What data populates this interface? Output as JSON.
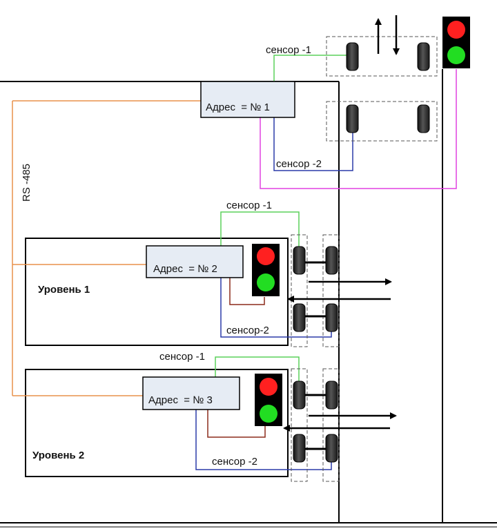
{
  "controllers": [
    {
      "address_label": "Адрес  = № 1"
    },
    {
      "address_label": "Адрес  = № 2"
    },
    {
      "address_label": "Адрес  = № 3"
    }
  ],
  "sensors": {
    "top_1": "сенсор -1",
    "top_2": "сенсор -2",
    "l1_1": "сенсор -1",
    "l1_2": "сенсор-2",
    "l2_1": "сенсор -1",
    "l2_2": "сенсор -2"
  },
  "bus_label": "RS -485",
  "levels": [
    "Уровень 1",
    "Уровень 2"
  ],
  "colors": {
    "bus": "#e8914a",
    "sensor1_wire": "#5ad05a",
    "sensor2_wire": "#2a3aa8",
    "light_wire_top": "#e040e0",
    "light_wire_level": "#8b2a1a",
    "signal_red": "#ff2020",
    "signal_green": "#22dd22",
    "controller_fill": "#e6ecf4"
  },
  "icons": [
    "traffic-light-icon",
    "sensor-icon",
    "arrow-icon"
  ]
}
